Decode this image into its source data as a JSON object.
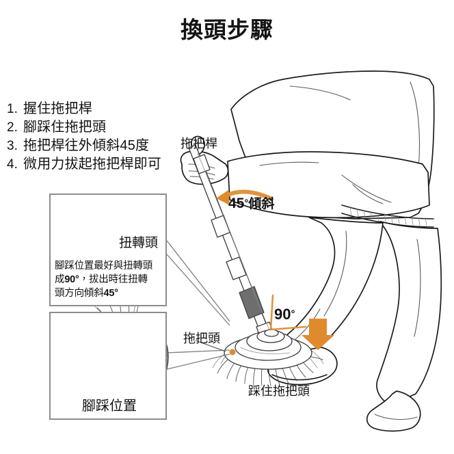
{
  "page": {
    "title": "換頭步驟",
    "background_color": "#ffffff",
    "accent_color": "#e08a2e",
    "ink_color": "#1b1b1b"
  },
  "steps": [
    {
      "number": "1.",
      "text": "握住拖把桿"
    },
    {
      "number": "2.",
      "text": "腳踩住拖把頭"
    },
    {
      "number": "3.",
      "text": "拖把桿往外傾斜45度"
    },
    {
      "number": "4.",
      "text": "微用力拔起拖把桿即可"
    }
  ],
  "insets": {
    "twist": {
      "callout_label": "扭轉頭",
      "caption_line1": "腳踩位置最好與扭轉頭",
      "caption_line2_pre": "成",
      "caption_line2_bold": "90°",
      "caption_line2_post": "，拔出時往扭轉",
      "caption_line3_pre": "頭方向傾斜",
      "caption_line3_bold": "45°"
    },
    "foot": {
      "label": "腳踩位置"
    }
  },
  "figure": {
    "pole_label": "拖把桿",
    "head_label": "拖把頭",
    "step_on_head_label": "踩住拖把頭",
    "tilt_angle_value": "45",
    "tilt_angle_unit": "°",
    "tilt_angle_suffix": "傾斜",
    "right_angle_value": "90",
    "right_angle_unit": "°"
  }
}
